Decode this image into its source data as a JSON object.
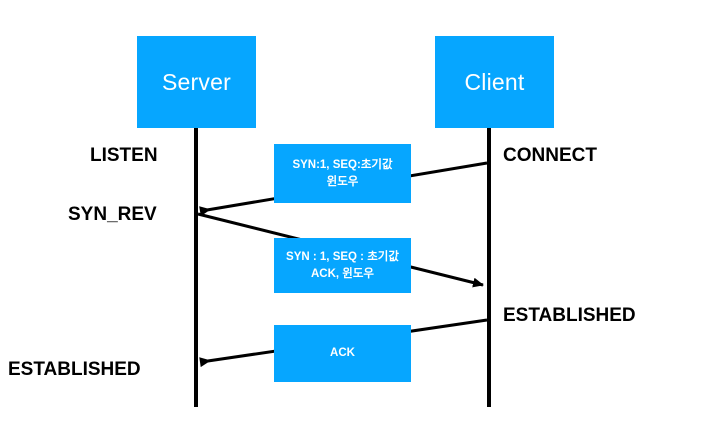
{
  "diagram": {
    "title": "TCP 3-way handshake sequence diagram",
    "colors": {
      "accent_blue": "#06a6ff",
      "line_black": "#000000",
      "background": "#ffffff",
      "box_text": "#ffffff"
    },
    "actors": [
      {
        "id": "server",
        "label": "Server"
      },
      {
        "id": "client",
        "label": "Client"
      }
    ],
    "messages": [
      {
        "id": "msg1",
        "direction": "client-to-server",
        "line1": "SYN:1, SEQ:초기값",
        "line2": "윈도우"
      },
      {
        "id": "msg2",
        "direction": "server-to-client",
        "line1": "SYN : 1, SEQ : 초기값",
        "line2": "ACK, 윈도우"
      },
      {
        "id": "msg3",
        "direction": "client-to-server",
        "line1": "ACK",
        "line2": ""
      }
    ],
    "states": {
      "server_listen": "LISTEN",
      "server_syn_rev": "SYN_REV",
      "server_established": "ESTABLISHED",
      "client_connect": "CONNECT",
      "client_established": "ESTABLISHED"
    }
  }
}
